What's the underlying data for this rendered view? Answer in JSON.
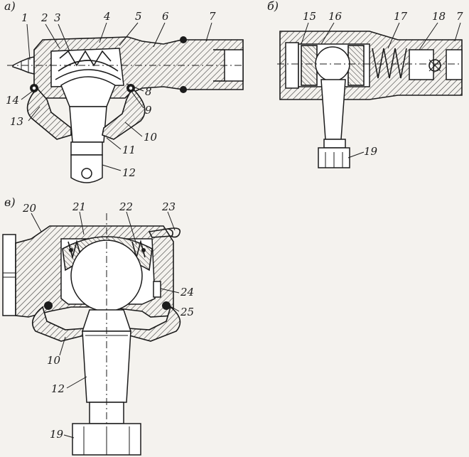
{
  "panels": [
    {
      "id": "a",
      "label": "а)"
    },
    {
      "id": "b",
      "label": "б)"
    },
    {
      "id": "c",
      "label": "в)"
    }
  ],
  "callouts_a": [
    "1",
    "2",
    "3",
    "4",
    "5",
    "6",
    "7",
    "14",
    "13",
    "8",
    "9",
    "10",
    "11",
    "12"
  ],
  "callouts_b": [
    "15",
    "16",
    "17",
    "18",
    "7",
    "19"
  ],
  "callouts_c": [
    "20",
    "21",
    "22",
    "23",
    "24",
    "25",
    "10",
    "12",
    "19"
  ]
}
